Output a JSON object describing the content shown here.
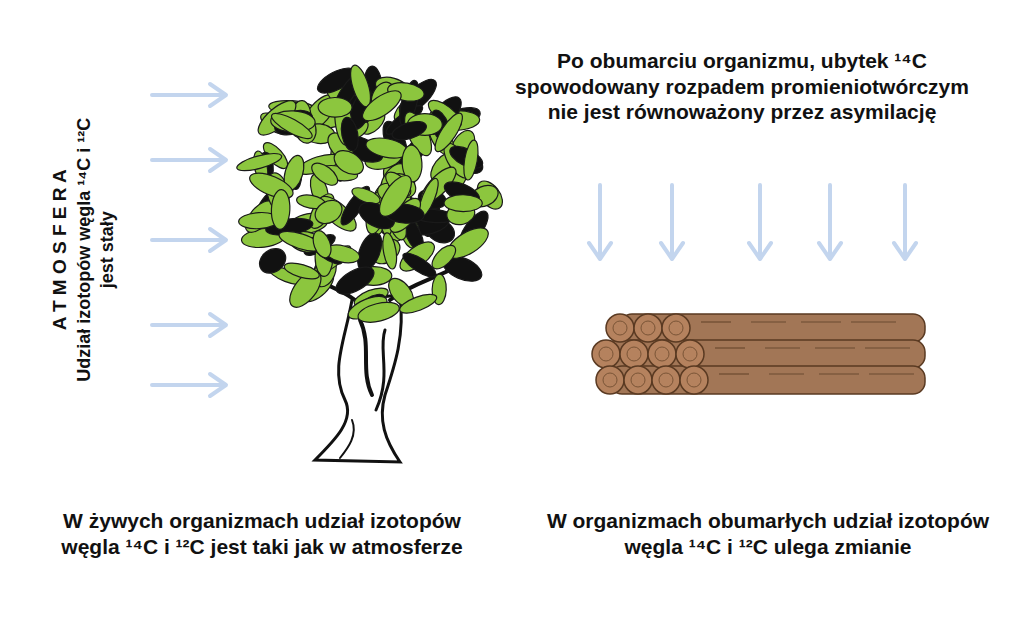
{
  "diagram": {
    "labels": [
      "A T M O S F E R A",
      "Udział izotopów węgla ¹⁴C i ¹²C jest stały",
      "Po obumarciu organizmu, ubytek ¹⁴C spowodowany rozpadem promieniotwórczym nie jest równoważony przez asymilację",
      "W żywych organizmach udział izotopów węgla ¹⁴C i ¹²C jest taki jak w atmosferze",
      "W organizmach obumarłych udział izotopów węgla ¹⁴C i ¹²C ulega zmianie"
    ]
  }
}
